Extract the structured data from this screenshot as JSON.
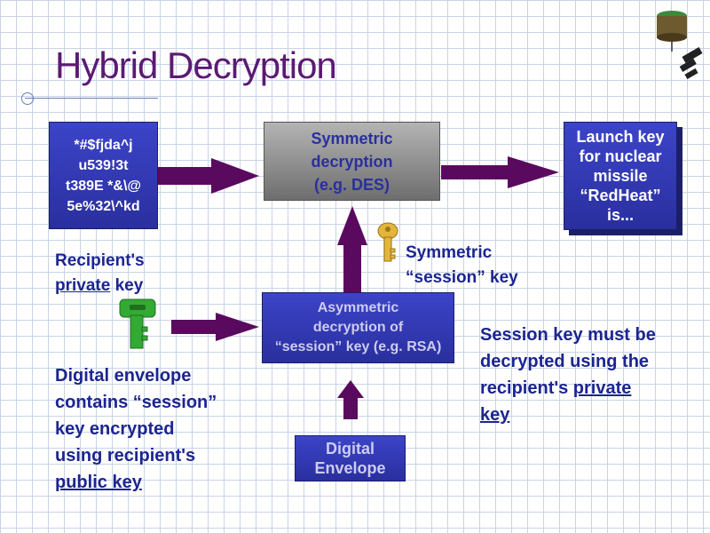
{
  "slide": {
    "title": "Hybrid Decryption"
  },
  "boxes": {
    "ciphertext_lines": [
      "*#$fjda^j",
      "u539!3t",
      "t389E *&\\@",
      "5e%32\\^kd"
    ],
    "symmetric_lines": [
      "Symmetric",
      "decryption",
      "(e.g. DES)"
    ],
    "launch_lines": [
      "Launch key",
      "for nuclear",
      "missile",
      "“RedHeat”",
      "is..."
    ],
    "asymmetric_lines": [
      "Asymmetric",
      "decryption of",
      "“session” key (e.g. RSA)"
    ],
    "envelope_lines": [
      "Digital",
      "Envelope"
    ]
  },
  "labels": {
    "recipient_prefix": "Recipient's",
    "recipient_private": "private",
    "recipient_key": " key",
    "symmetric_key_line1": "Symmetric",
    "symmetric_key_line2": "“session” key",
    "envelope_line1": "Digital envelope",
    "envelope_line2": "contains “session”",
    "envelope_line3": "key encrypted",
    "envelope_line4": "using recipient's",
    "envelope_line5": "public key",
    "session_line1": "Session key must be",
    "session_line2": "decrypted using the",
    "session_line3_prefix": "recipient's ",
    "session_line3_private": "private",
    "session_line4": "key"
  },
  "icons": {
    "key_green": "green-key-icon",
    "key_gold": "gold-key-icon",
    "mainframe": "mainframe-computer-icon"
  },
  "colors": {
    "title": "#5b1a73",
    "arrow": "#5a0a5e",
    "box_blue": "#2a2f9e",
    "text_blue": "#1c2590"
  }
}
